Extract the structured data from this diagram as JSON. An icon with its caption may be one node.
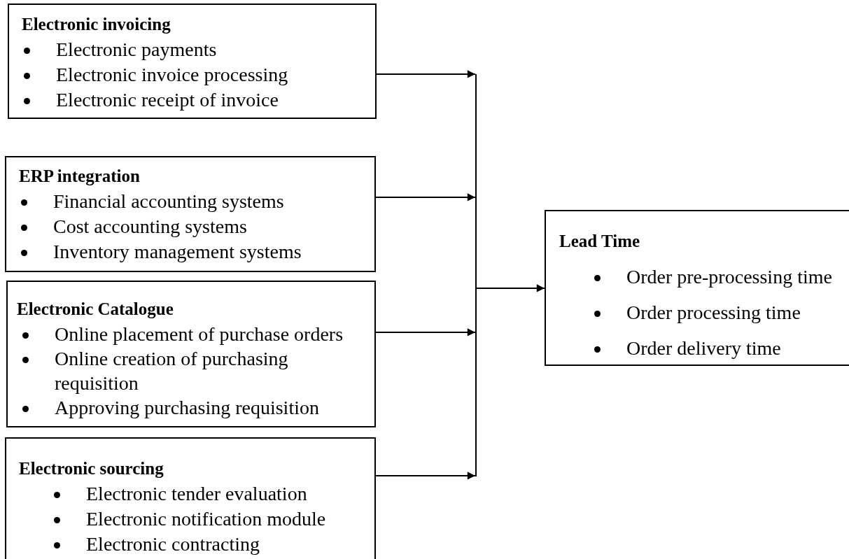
{
  "diagram": {
    "nodes": [
      {
        "text": [
          "Electronic invoicing",
          "Electronic payments",
          "Electronic invoice processing",
          "Electronic receipt of invoice"
        ]
      },
      {
        "text": [
          "ERP integration",
          "Financial accounting systems",
          "Cost accounting systems",
          "Inventory management systems"
        ]
      },
      {
        "text": [
          "Electronic Catalogue",
          "Online placement of purchase orders",
          "Online creation of purchasing requisition",
          "Approving purchasing requisition"
        ]
      },
      {
        "text": [
          "Electronic sourcing",
          "Electronic tender evaluation",
          "Electronic notification module",
          "Electronic contracting"
        ]
      },
      {
        "text": [],
        "shape": "bar"
      },
      {
        "text": [
          "Lead Time",
          "Order pre-processing time",
          "Order processing time",
          "Order delivery time"
        ]
      }
    ],
    "edges": [
      {
        "from": 0,
        "to": 4,
        "arrow": "to"
      },
      {
        "from": 1,
        "to": 4,
        "arrow": "to"
      },
      {
        "from": 2,
        "to": 4,
        "arrow": "to"
      },
      {
        "from": 3,
        "to": 4,
        "arrow": "to"
      },
      {
        "from": 4,
        "to": 5,
        "arrow": "to"
      }
    ]
  }
}
